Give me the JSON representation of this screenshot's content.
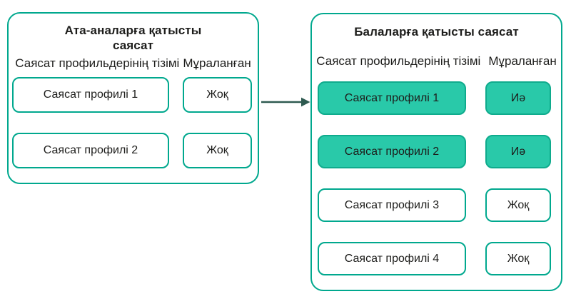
{
  "colors": {
    "teal_border": "#00a88e",
    "highlight_fill": "#29c9a9",
    "highlight_border": "#0fab8d",
    "text": "#1d1d1b",
    "arrow": "#2e5a50"
  },
  "left_panel": {
    "title": "Ата-аналарға қатысты саясат",
    "col_profiles": "Саясат профильдерінің тізімі",
    "col_inherited": "Мұраланған",
    "rows": [
      {
        "profile": "Саясат профилі 1",
        "inherited": "Жоқ",
        "highlighted": false
      },
      {
        "profile": "Саясат профилі 2",
        "inherited": "Жоқ",
        "highlighted": false
      }
    ]
  },
  "right_panel": {
    "title": "Балаларға қатысты саясат",
    "col_profiles": "Саясат профильдерінің тізімі",
    "col_inherited": "Мұраланған",
    "rows": [
      {
        "profile": "Саясат профилі 1",
        "inherited": "Иә",
        "highlighted": true
      },
      {
        "profile": "Саясат профилі 2",
        "inherited": "Иә",
        "highlighted": true
      },
      {
        "profile": "Саясат профилі 3",
        "inherited": "Жоқ",
        "highlighted": false
      },
      {
        "profile": "Саясат профилі 4",
        "inherited": "Жоқ",
        "highlighted": false
      }
    ]
  }
}
